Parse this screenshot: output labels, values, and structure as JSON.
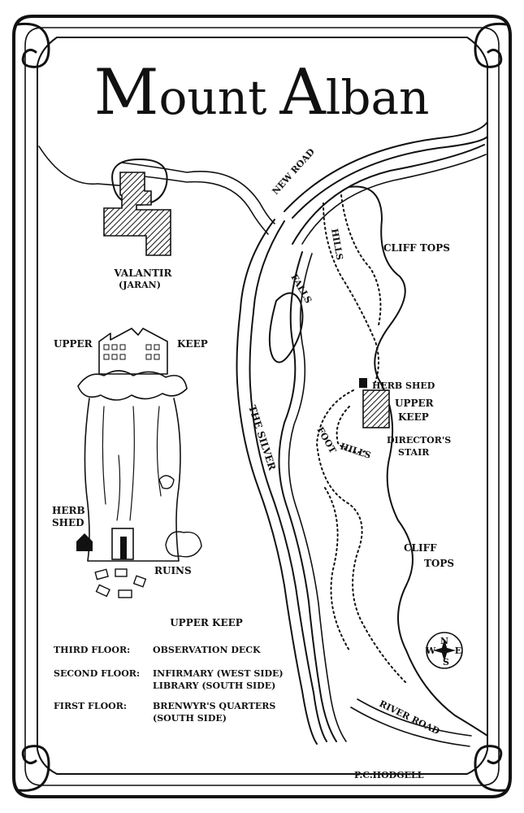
{
  "title": {
    "cap1": "M",
    "rest1": "ount",
    "cap2": "A",
    "rest2": "lban"
  },
  "places": {
    "valantir": "VALANTIR",
    "jaran": "(JARAN)",
    "upper_keep_left": "UPPER",
    "upper_keep_right": "KEEP",
    "herb_shed_1": "HERB",
    "herb_shed_2": "SHED",
    "ruins": "RUINS",
    "new_road": "NEW ROAD",
    "falls": "FALLS",
    "the_silver": "THE SILVER",
    "hills": "HILLS",
    "cliff_tops_top": "CLIFF TOPS",
    "herb_shed_map": "HERB SHED",
    "upper_keep_map_1": "UPPER",
    "upper_keep_map_2": "KEEP",
    "directors_stair_1": "DIRECTOR'S",
    "directors_stair_2": "STAIR",
    "foot": "FOOT",
    "hills_foot": "HILLS",
    "cliff_tops_bottom_1": "CLIFF",
    "cliff_tops_bottom_2": "TOPS",
    "river_road": "RIVER ROAD"
  },
  "compass": {
    "n": "N",
    "s": "S",
    "e": "E",
    "w": "W"
  },
  "keep_legend": {
    "heading": "UPPER KEEP",
    "floors": [
      {
        "floor": "THIRD FLOOR:",
        "rooms": [
          "OBSERVATION DECK"
        ]
      },
      {
        "floor": "SECOND FLOOR:",
        "rooms": [
          "INFIRMARY (WEST SIDE)",
          "LIBRARY (SOUTH SIDE)"
        ]
      },
      {
        "floor": "FIRST FLOOR:",
        "rooms": [
          "BRENWYR'S QUARTERS",
          "(SOUTH SIDE)"
        ]
      }
    ]
  },
  "credit": "P.C.HODGELL"
}
